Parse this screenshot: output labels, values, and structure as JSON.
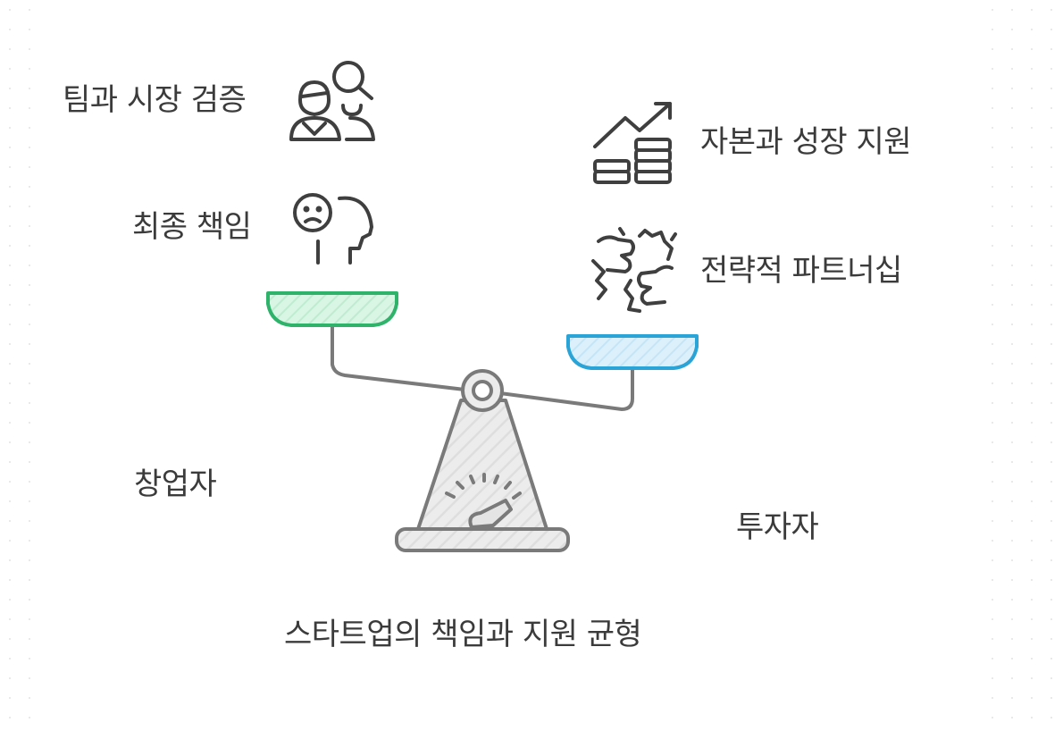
{
  "diagram": {
    "title": "스타트업의 책임과 지원 균형",
    "founder": {
      "label": "창업자",
      "items": [
        {
          "label": "팀과 시장 검증",
          "icon": "team-people-icon"
        },
        {
          "label": "최종 책임",
          "icon": "worried-head-icon"
        }
      ],
      "pan_color": "#2fb36b"
    },
    "investor": {
      "label": "투자자",
      "items": [
        {
          "label": "자본과 성장 지원",
          "icon": "growth-coins-icon"
        },
        {
          "label": "전략적 파트너십",
          "icon": "fist-bump-icon"
        }
      ],
      "pan_color": "#2aa3d6"
    }
  }
}
